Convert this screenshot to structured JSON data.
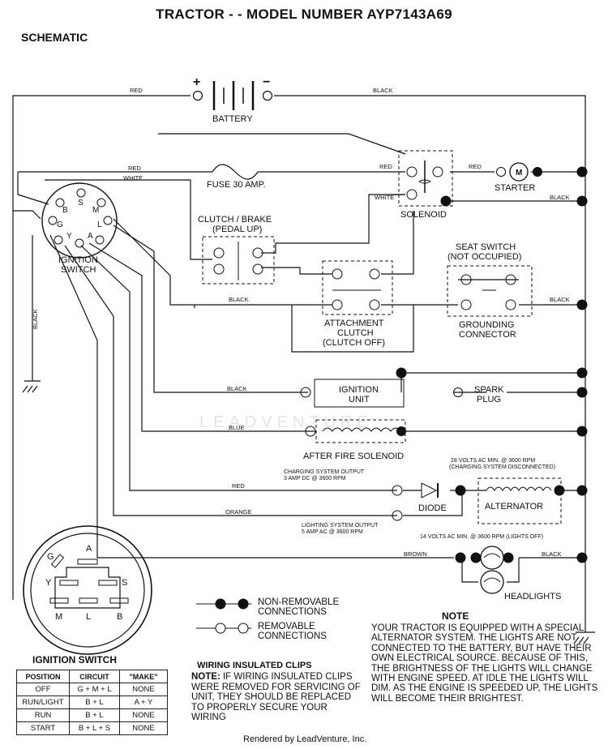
{
  "title": "TRACTOR - - MODEL NUMBER AYP7143A69",
  "subtitle": "SCHEMATIC",
  "wire_labels": {
    "red": "RED",
    "black": "BLACK",
    "white": "WHITE",
    "blue": "BLUE",
    "orange": "ORANGE",
    "brown": "BROWN"
  },
  "battery": {
    "label": "BATTERY",
    "plus": "+",
    "minus": "−"
  },
  "fuse": "FUSE 30 AMP.",
  "solenoid": "SOLENOID",
  "starter": {
    "label": "STARTER",
    "symbol": "M"
  },
  "ignition_switch": {
    "label_line1": "IGNITION",
    "label_line2": "SWITCH",
    "terminals": [
      "B",
      "S",
      "M",
      "L",
      "A",
      "Y",
      "G"
    ]
  },
  "clutch_brake": {
    "line1": "CLUTCH / BRAKE",
    "line2": "(PEDAL UP)"
  },
  "seat_switch": {
    "line1": "SEAT SWITCH",
    "line2": "(NOT OCCUPIED)"
  },
  "attachment_clutch": {
    "line1": "ATTACHMENT",
    "line2": "CLUTCH",
    "line3": "(CLUTCH OFF)"
  },
  "grounding_connector": {
    "line1": "GROUNDING",
    "line2": "CONNECTOR"
  },
  "ignition_unit": {
    "line1": "IGNITION",
    "line2": "UNIT"
  },
  "spark_plug": {
    "line1": "SPARK",
    "line2": "PLUG"
  },
  "after_fire_solenoid": "AFTER FIRE SOLENOID",
  "charging": {
    "line1": "CHARGING SYSTEM OUTPUT",
    "line2": "3 AMP DC @ 3600 RPM"
  },
  "alt_volts": {
    "line1": "28 VOLTS AC MIN. @ 3600 RPM",
    "line2": "(CHARGING SYSTEM DISCONNECTED)"
  },
  "diode": "DIODE",
  "alternator": "ALTERNATOR",
  "lighting": {
    "line1": "LIGHTING SYSTEM OUTPUT",
    "line2": "5 AMP AC @ 3600 RPM"
  },
  "lights_volts": "14 VOLTS AC MIN. @ 3600 RPM (LIGHTS OFF)",
  "headlights": "HEADLIGHTS",
  "legend": {
    "non_removable_1": "NON-REMOVABLE",
    "non_removable_2": "CONNECTIONS",
    "removable_1": "REMOVABLE",
    "removable_2": "CONNECTIONS"
  },
  "switch_face": {
    "a": "A",
    "g": "G",
    "y": "Y",
    "s": "S",
    "m": "M",
    "l": "L",
    "b": "B"
  },
  "ignition_table": {
    "title": "IGNITION SWITCH",
    "headers": [
      "POSITION",
      "CIRCUIT",
      "\"MAKE\""
    ],
    "rows": [
      [
        "OFF",
        "G + M + L",
        "NONE"
      ],
      [
        "RUN/LIGHT",
        "B + L",
        "A + Y"
      ],
      [
        "RUN",
        "B + L",
        "NONE"
      ],
      [
        "START",
        "B + L + S",
        "NONE"
      ]
    ]
  },
  "wiring_clips": {
    "title": "WIRING INSULATED CLIPS",
    "note_label": "NOTE:",
    "body": "IF WIRING INSULATED CLIPS WERE REMOVED FOR SERVICING OF UNIT, THEY SHOULD BE REPLACED TO PROPERLY SECURE YOUR WIRING"
  },
  "note": {
    "title": "NOTE",
    "body": "YOUR TRACTOR IS EQUIPPED WITH A SPECIAL ALTERNATOR SYSTEM. THE LIGHTS ARE NOT CONNECTED TO THE BATTERY, BUT HAVE THEIR OWN ELECTRICAL SOURCE. BECAUSE OF THIS, THE BRIGHTNESS OF THE LIGHTS WILL CHANGE WITH ENGINE SPEED. AT IDLE THE LIGHTS WILL DIM. AS THE ENGINE IS SPEEDED UP, THE LIGHTS WILL BECOME THEIR BRIGHTEST."
  },
  "watermark": "LEADVENTURE",
  "footer": "Rendered by LeadVenture, Inc."
}
